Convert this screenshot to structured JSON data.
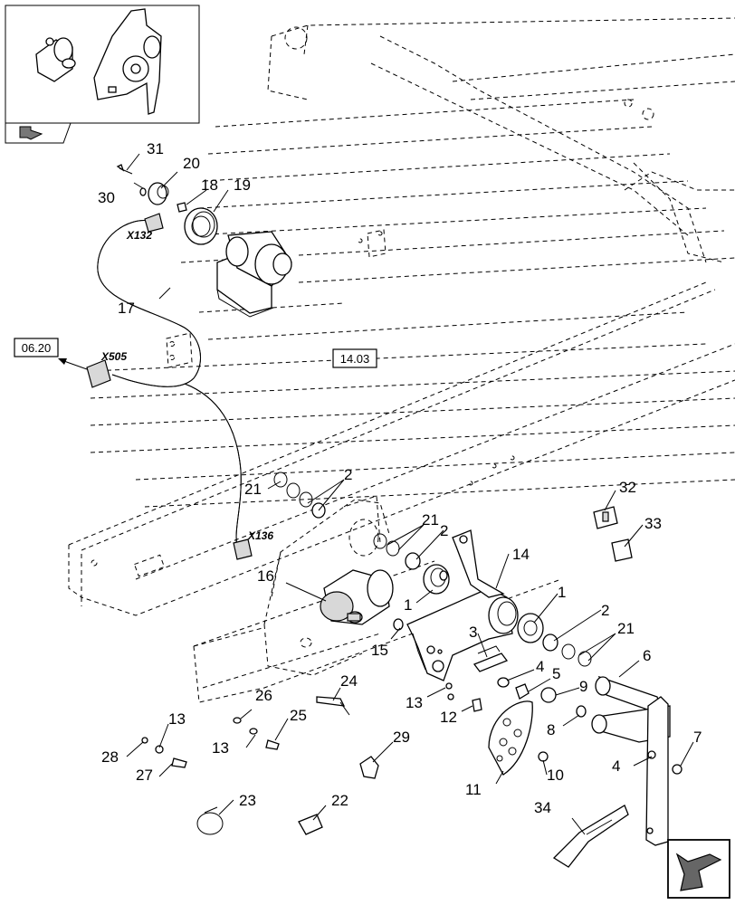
{
  "references": {
    "ref_left": "06.20",
    "ref_center": "14.03"
  },
  "connectors": {
    "c1": "X132",
    "c2": "X505",
    "c3": "X136"
  },
  "callouts": {
    "c1_top": "1",
    "c1_right": "1",
    "c2_mid": "2",
    "c2_upper": "2",
    "c2_right": "2",
    "c3": "3",
    "c4_mid": "4",
    "c4_right": "4",
    "c5": "5",
    "c6": "6",
    "c7": "7",
    "c8": "8",
    "c9": "9",
    "c10": "10",
    "c11": "11",
    "c12": "12",
    "c13_a": "13",
    "c13_b": "13",
    "c13_c": "13",
    "c14": "14",
    "c15": "15",
    "c16": "16",
    "c17": "17",
    "c18": "18",
    "c19": "19",
    "c20": "20",
    "c21_a": "21",
    "c21_b": "21",
    "c21_c": "21",
    "c22": "22",
    "c23": "23",
    "c24": "24",
    "c25": "25",
    "c26": "26",
    "c27": "27",
    "c28": "28",
    "c29": "29",
    "c30": "30",
    "c31": "31",
    "c32": "32",
    "c33": "33",
    "c34": "34"
  },
  "icons": {
    "inset": "assembly-preview-icon",
    "back": "back-arrow-icon",
    "next": "next-page-arrow-icon"
  }
}
